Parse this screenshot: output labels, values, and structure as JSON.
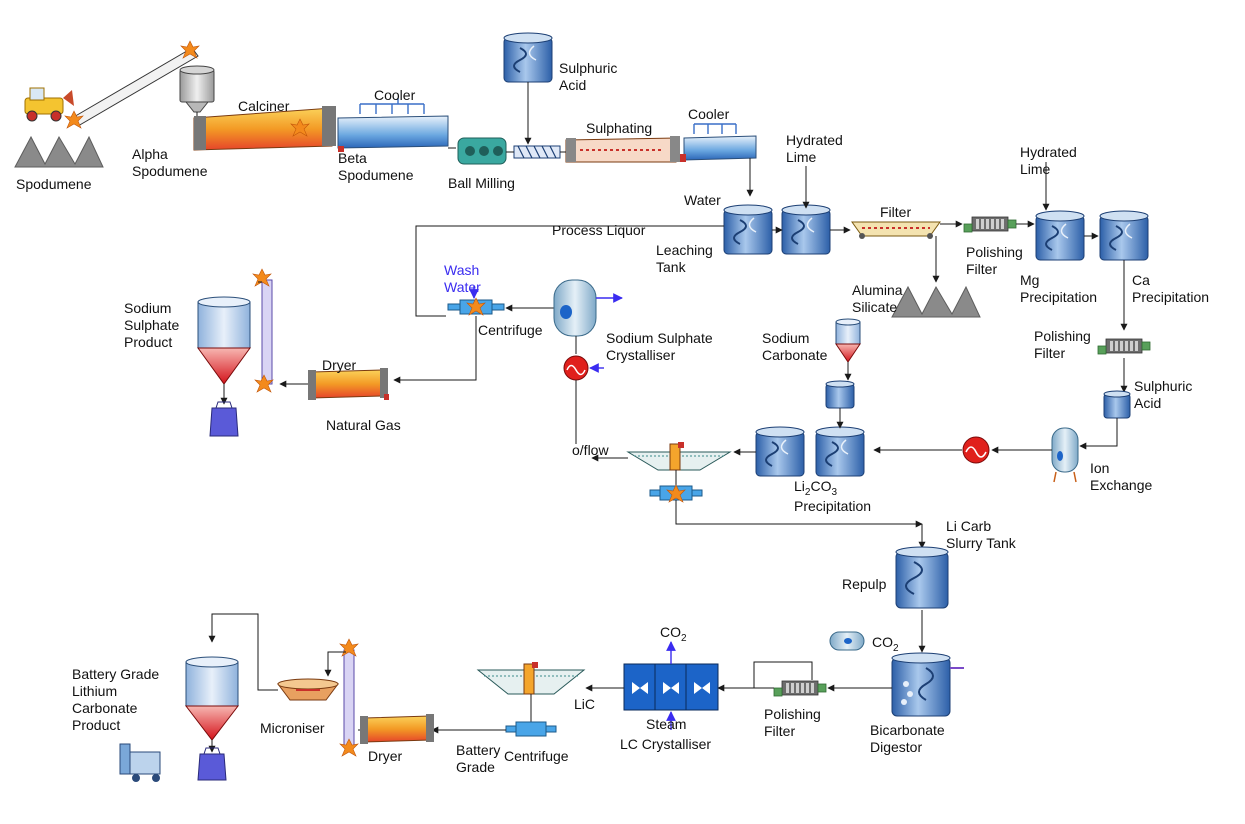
{
  "labels": {
    "spodumene": "Spodumene",
    "alpha_spodumene": "Alpha\nSpodumene",
    "calciner": "Calciner",
    "cooler1": "Cooler",
    "beta_spodumene": "Beta\nSpodumene",
    "ball_milling": "Ball Milling",
    "sulphuric_acid_top": "Sulphuric\nAcid",
    "sulphating": "Sulphating",
    "cooler2": "Cooler",
    "hydrated_lime1": "Hydrated\nLime",
    "hydrated_lime2": "Hydrated\nLime",
    "water": "Water",
    "leaching_tank": "Leaching\nTank",
    "filter": "Filter",
    "polishing_filter1": "Polishing\nFilter",
    "mg_precipitation": "Mg\nPrecipitation",
    "ca_precipitation": "Ca\nPrecipitation",
    "process_liquor": "Process Liquor",
    "wash_water": "Wash\nWater",
    "centrifuge1": "Centrifuge",
    "sodium_sulphate_crystalliser": "Sodium Sulphate\nCrystalliser",
    "alumina_silicate": "Alumina\nSilicate",
    "sodium_sulphate_product": "Sodium\nSulphate\nProduct",
    "dryer1": "Dryer",
    "natural_gas": "Natural Gas",
    "sodium_carbonate": "Sodium\nCarbonate",
    "polishing_filter2": "Polishing\nFilter",
    "sulphuric_acid_right": "Sulphuric\nAcid",
    "oflow": "o/flow",
    "li2co3_prefix": "Li",
    "li2co3_sub2": "2",
    "li2co3_co": "CO",
    "li2co3_sub3": "3",
    "precipitation": "Precipitation",
    "ion_exchange": "Ion\nExchange",
    "li_carb_slurry_tank": "Li Carb\nSlurry Tank",
    "repulp": "Repulp",
    "co2_a_main": "CO",
    "co2_a_sub": "2",
    "co2_b_main": "CO",
    "co2_b_sub": "2",
    "battery_grade_product": "Battery Grade\nLithium\nCarbonate\nProduct",
    "micronise": "Microniser",
    "dryer2": "Dryer",
    "battery_grade": "Battery\nGrade",
    "centrifuge2": "Centrifuge",
    "lic": "LiC",
    "steam": "Steam",
    "lc_crystalliser": "LC Crystalliser",
    "polishing_filter3": "Polishing\nFilter",
    "bicarbonate_digestor": "Bicarbonate\nDigestor"
  },
  "colors": {
    "line": "#1a1a1a",
    "tank_blue": "#4d7fc0",
    "tank_light": "#cfe0f2",
    "kiln_orange": "#f4a52c",
    "flame_orange": "#f38a1c",
    "accent_blue": "#3a2cf0",
    "cone_red": "#e0201c",
    "crystalliser_blue": "#1c64c8",
    "filter_green": "#58a05a"
  },
  "icons": [
    "loader-truck-icon",
    "stockpile-icon",
    "conveyor-icon",
    "hopper-icon",
    "kiln-icon",
    "cooler-icon",
    "ball-mill-icon",
    "screw-conveyor-icon",
    "tank-icon",
    "belt-filter-icon",
    "press-filter-icon",
    "heat-exchanger-icon",
    "column-icon",
    "thickener-icon",
    "centrifuge-icon",
    "silo-icon",
    "bucket-elevator-icon",
    "bag-icon",
    "forklift-icon",
    "micronizer-icon",
    "crystalliser-icon",
    "gas-bottle-icon"
  ]
}
